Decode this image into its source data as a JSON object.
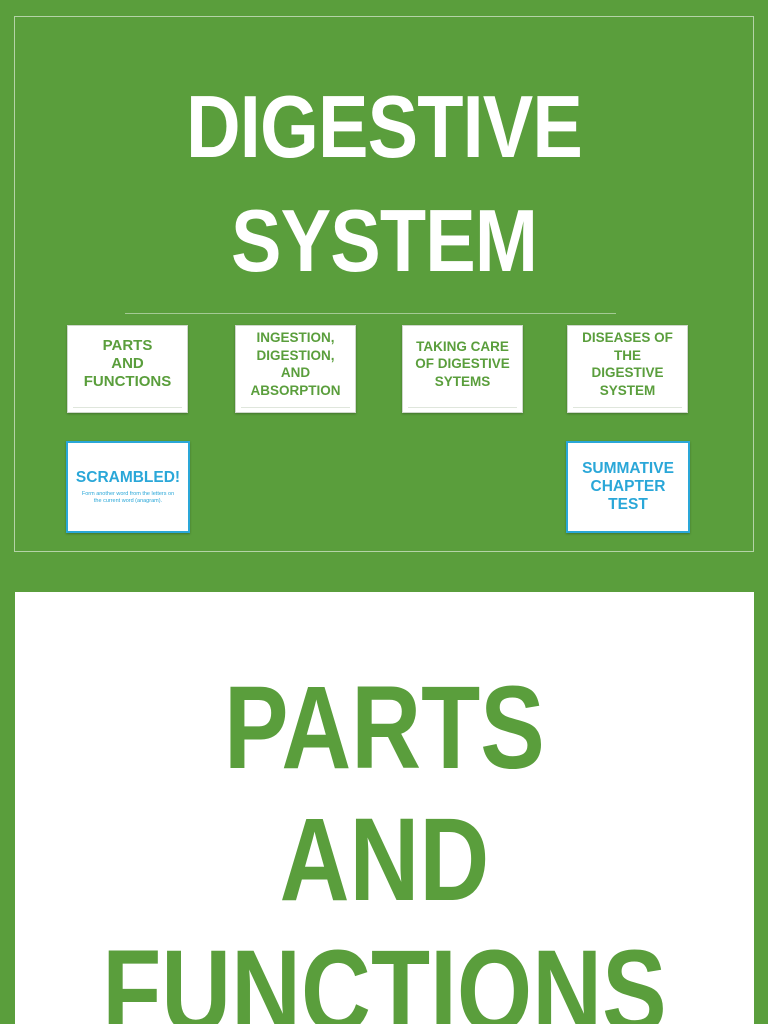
{
  "slide1": {
    "title_line1": "DIGESTIVE",
    "title_line2": "SYSTEM",
    "cards": {
      "parts": "PARTS\nAND\nFUNCTIONS",
      "ingestion": "INGESTION,\nDIGESTION,\nAND\nABSORPTION",
      "care": "TAKING CARE\nOF DIGESTIVE\nSYTEMS",
      "diseases": "DISEASES OF\nTHE\nDIGESTIVE\nSYSTEM",
      "scrambled": "SCRAMBLED!",
      "scrambled_sub": "Form another word from the letters on the current word (anagram).",
      "summative": "SUMMATIVE\nCHAPTER\nTEST"
    }
  },
  "slide2": {
    "title_line1": "PARTS",
    "title_line2": "AND",
    "title_line3": "FUNCTIONS"
  },
  "colors": {
    "green": "#5a9e3c",
    "blue": "#2aa7d8",
    "white": "#ffffff"
  }
}
